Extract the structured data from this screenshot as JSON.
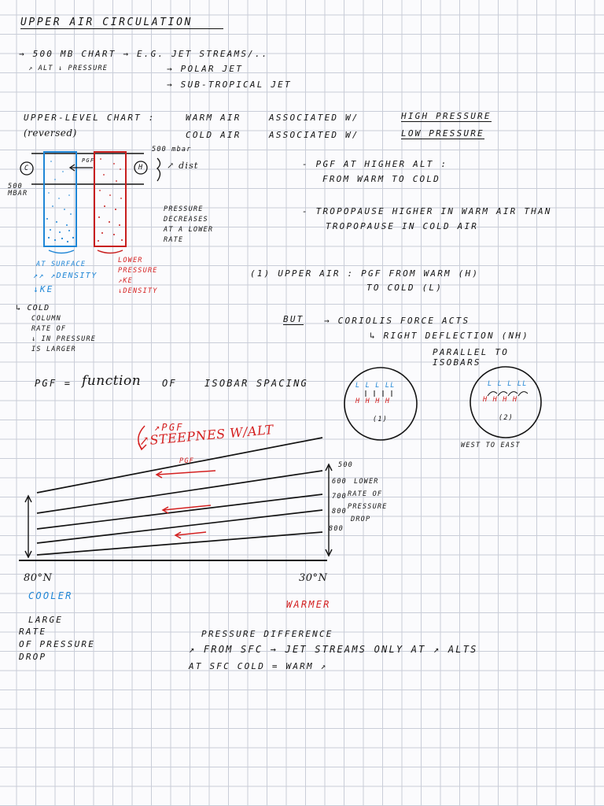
{
  "title": "Upper Air Circulation",
  "intro": {
    "line1": "→ 500 mb  chart  →  e.g.  jet streams/..",
    "line2": "↗ alt ↓ pressure",
    "item1": "→  polar jet",
    "item2": "→  sub-tropical jet"
  },
  "upper_level": {
    "label": "Upper-level chart :",
    "label2": "(reversed)",
    "row1_a": "warm air",
    "row1_b": "associated   w/",
    "row1_c": "high pressure",
    "row2_a": "cold  air",
    "row2_b": "associated   w/",
    "row2_c": "low  pressure"
  },
  "columns": {
    "c_label": "C",
    "h_label": "H",
    "left_mb": "500\nmbar",
    "top_mb": "500 mbar",
    "pgf": "PGF",
    "dist": "↗ dist",
    "pressure_note": [
      "Pressure",
      "decreases",
      "at a lower",
      "rate"
    ],
    "blue_notes": [
      "at surface",
      "↗↗ ↗density",
      "↓ke"
    ],
    "red_notes": [
      "lower",
      "pressure",
      "↗ke",
      "↓density"
    ],
    "cold_notes": [
      "↳ cold",
      "column",
      "rate of",
      "↓ in pressure",
      "is larger"
    ]
  },
  "bullets": {
    "b1": "-  PGF  at  higher  alt :",
    "b1_sub": "from  warm  to  cold",
    "b2": "-  tropopause  higher  in  warm  air  than",
    "b2_sub": "tropopause   in  cold  air"
  },
  "upper_air": {
    "line1": "(1) upper  air :     PGF    from warm (H)",
    "line2": "to  cold (L)",
    "but": "But",
    "coriolis": "→     coriolis  force  acts",
    "deflect": "↳  right  deflection (NH)",
    "parallel": "parallel   to",
    "isobars": "isobars"
  },
  "circles": {
    "top_letters": "L L L LL",
    "bottom_letters": "H H H H",
    "label1": "(1)",
    "label2": "(2)",
    "west_east": "west   to   east"
  },
  "pgf_eq": {
    "lhs": "PGF  =",
    "function": "function",
    "of": "of",
    "spacing": "isobar  spacing"
  },
  "diagram": {
    "apgf": "↗PGF",
    "steepness": "↗steepnes w/alt",
    "pgf_small": "PGF",
    "levels": [
      "500",
      "600",
      "700",
      "800",
      "800"
    ],
    "lower_rate": [
      "lower",
      "rate  of",
      "pressure",
      "drop"
    ],
    "lat_left": "80°N",
    "lat_right": "30°N",
    "cooler": "cooler",
    "warmer": "warmer"
  },
  "bottom_notes": {
    "large": [
      "Large",
      "rate",
      "of  pressure",
      "drop"
    ],
    "pd_title": "Pressure   difference",
    "pd_line1": "↗  from  sfc   →  jet streams   only at ↗ alts",
    "pd_line2": "at  sfc      cold  = warm   ↗"
  }
}
